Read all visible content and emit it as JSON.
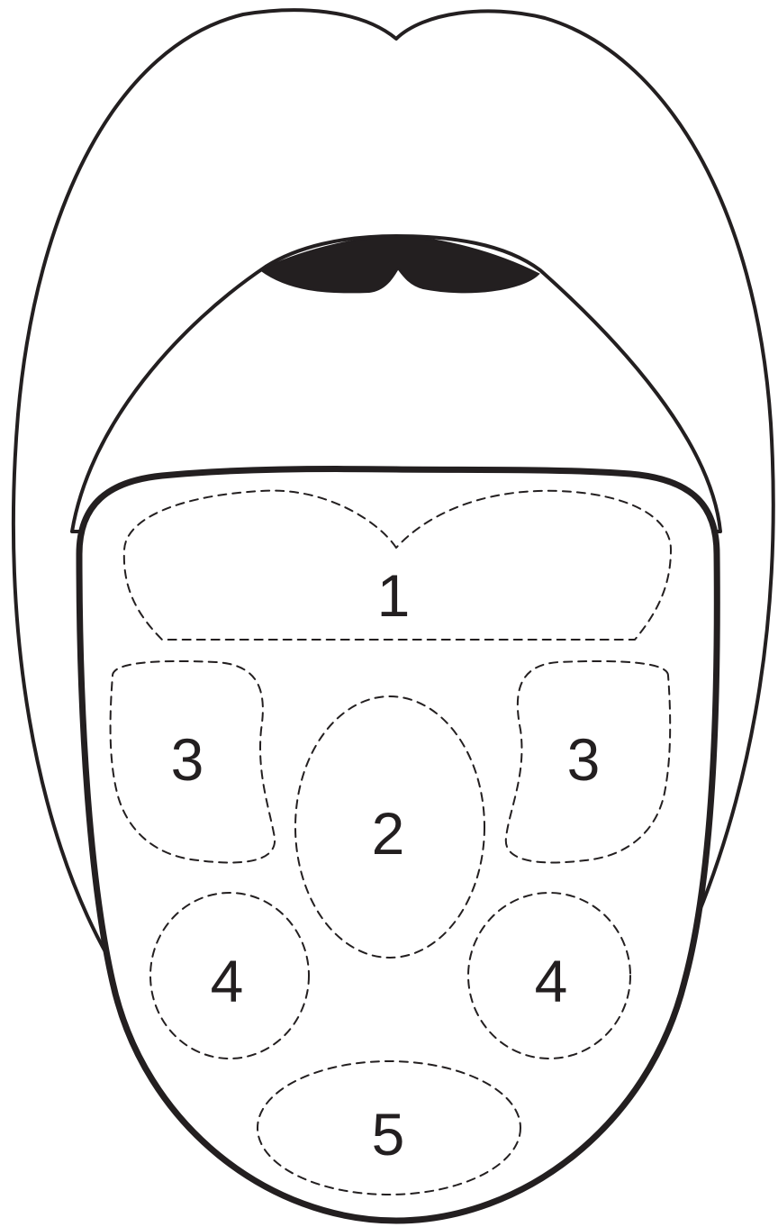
{
  "diagram": {
    "zones": [
      {
        "id": "zone-1",
        "label": "1"
      },
      {
        "id": "zone-2",
        "label": "2"
      },
      {
        "id": "zone-3-left",
        "label": "3"
      },
      {
        "id": "zone-3-right",
        "label": "3"
      },
      {
        "id": "zone-4-left",
        "label": "4"
      },
      {
        "id": "zone-4-right",
        "label": "4"
      },
      {
        "id": "zone-5",
        "label": "5"
      }
    ]
  }
}
